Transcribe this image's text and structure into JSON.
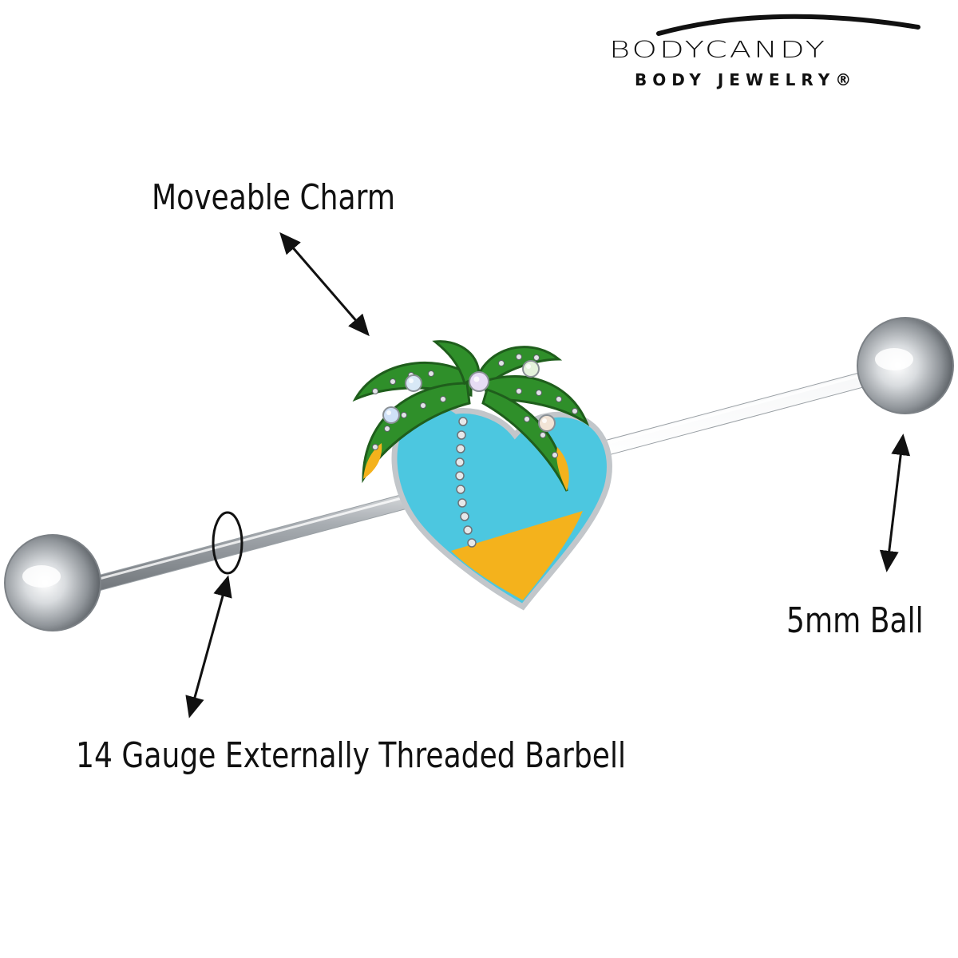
{
  "brand": {
    "name": "BODYCANDY",
    "tagline": "BODY JEWELRY®"
  },
  "callouts": {
    "charm": "Moveable Charm",
    "ball": "5mm Ball",
    "barbell": "14 Gauge Externally Threaded Barbell"
  },
  "colors": {
    "leaf_green": "#2f8f2a",
    "sky_blue": "#4cc7e0",
    "sand_yellow": "#f4b21c",
    "steel": "#c8ccd0",
    "text": "#111111"
  },
  "icons": [
    "logo-arc",
    "double-arrow-icon",
    "gauge-ring-icon"
  ]
}
